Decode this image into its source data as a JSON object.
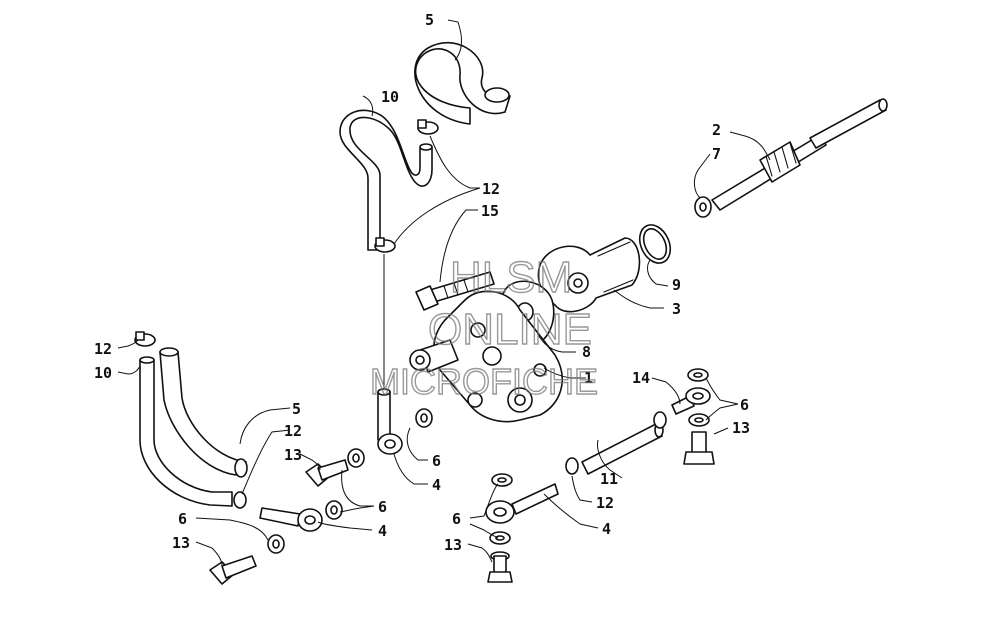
{
  "watermark": {
    "line1": "HLSM",
    "line2": "ONLINE",
    "line3": "MICROFICHE",
    "color": "#777777"
  },
  "callouts": {
    "c5_top": "5",
    "c10_top": "10",
    "c12_top": "12",
    "c15": "15",
    "c2": "2",
    "c7": "7",
    "c9": "9",
    "c3": "3",
    "c8": "8",
    "c1": "1",
    "c14": "14",
    "c6_right": "6",
    "c13_right": "13",
    "c12_left": "12",
    "c10_left": "10",
    "c5_left": "5",
    "c12_mid": "12",
    "c13_left": "13",
    "c6_mid": "6",
    "c4_mid": "4",
    "c6_low": "6",
    "c4_low": "4",
    "c11": "11",
    "c12_low": "12",
    "c4_right": "4",
    "c6_left": "6",
    "c13_lowleft": "13",
    "c6_bottom": "6",
    "c13_bottom": "13"
  }
}
